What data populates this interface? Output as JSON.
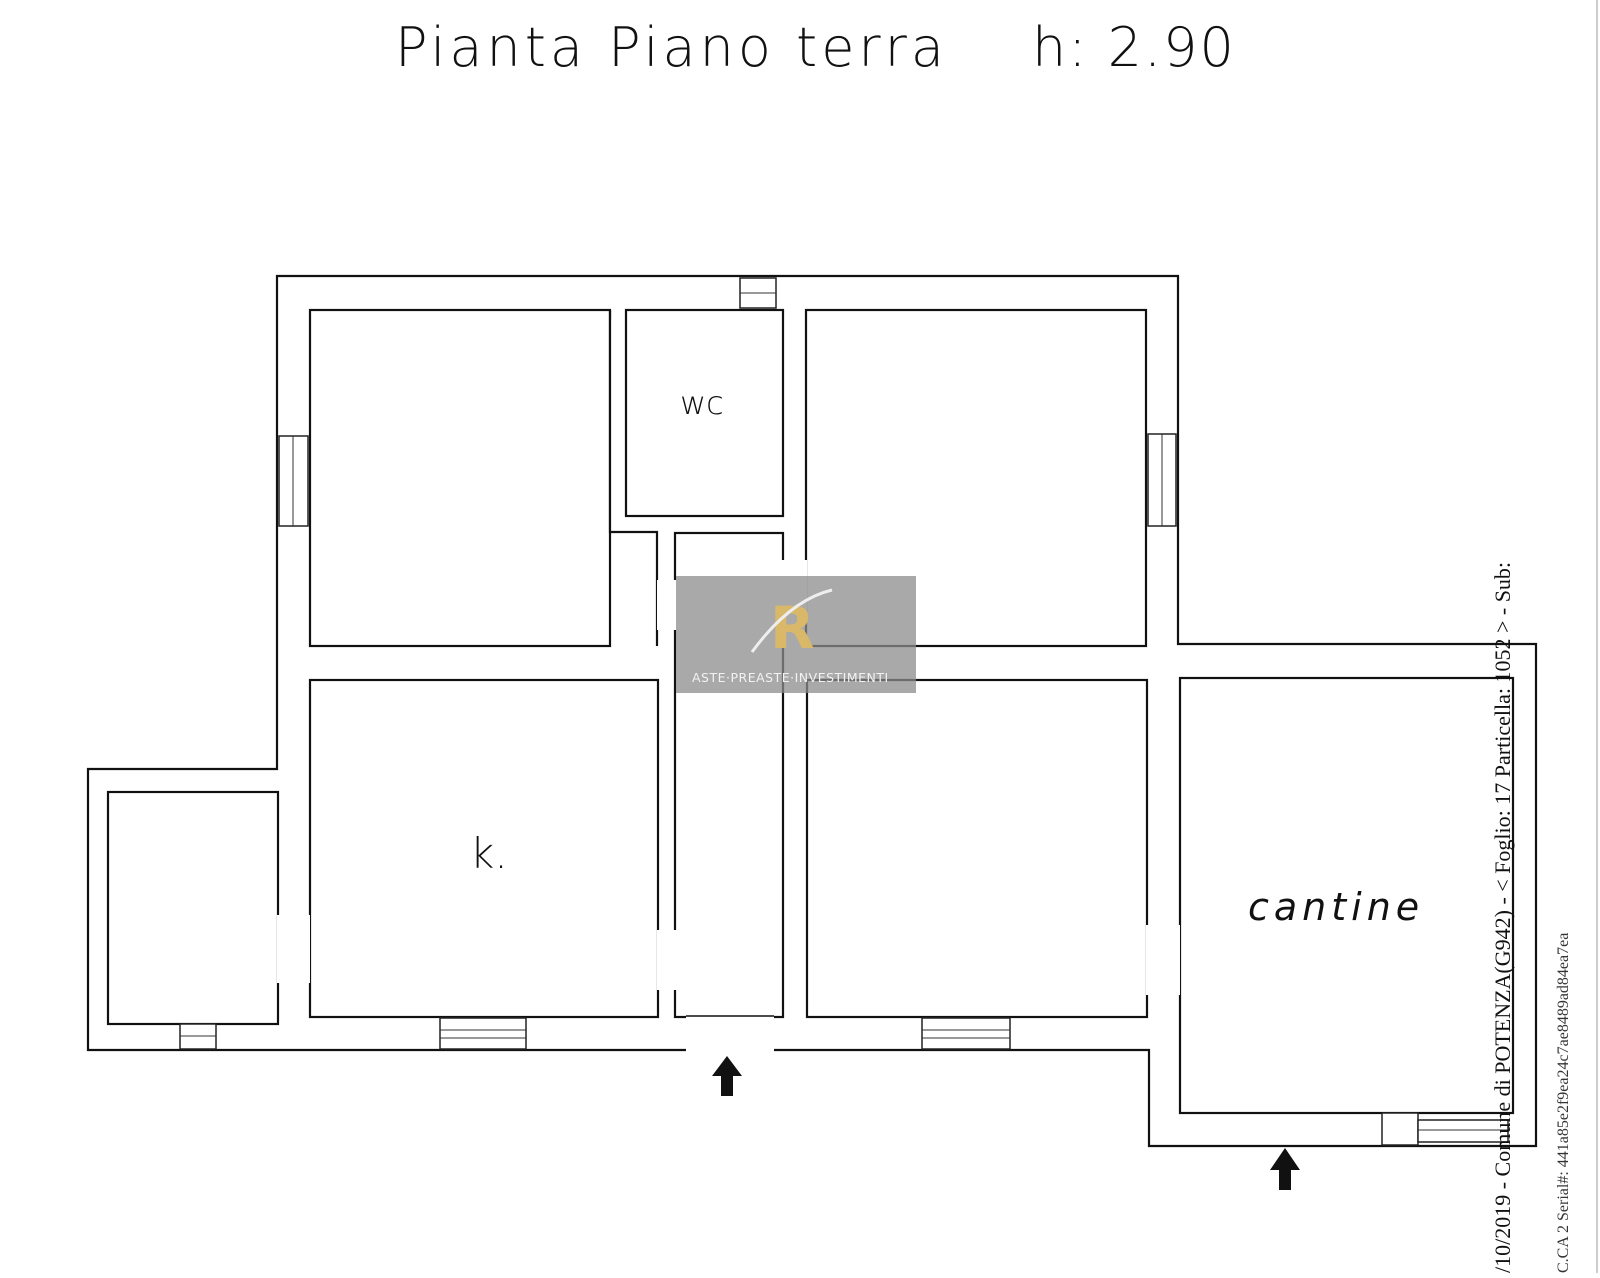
{
  "title": {
    "text": "Pianta Piano terra",
    "height_label": "h: 2.90"
  },
  "rooms": {
    "wc": "wc",
    "kitchen": "k.",
    "cellar": "cantine"
  },
  "watermark": {
    "monogram": "R",
    "text": "ASTE·PREASTE·INVESTIMENTI"
  },
  "side_note": {
    "line1": "/10/2019 - Comune di POTENZA(G942) - < Foglio: 17 Particella: 1052 > - Sub:",
    "line2": "C.CA 2 Serial#: 441a85e2f9ea24c7ae8489ad84ea7ea"
  },
  "colors": {
    "ink": "#111111",
    "paper": "#ffffff",
    "watermark_box": "#8c8c8c",
    "watermark_gold": "#d9b86a"
  }
}
